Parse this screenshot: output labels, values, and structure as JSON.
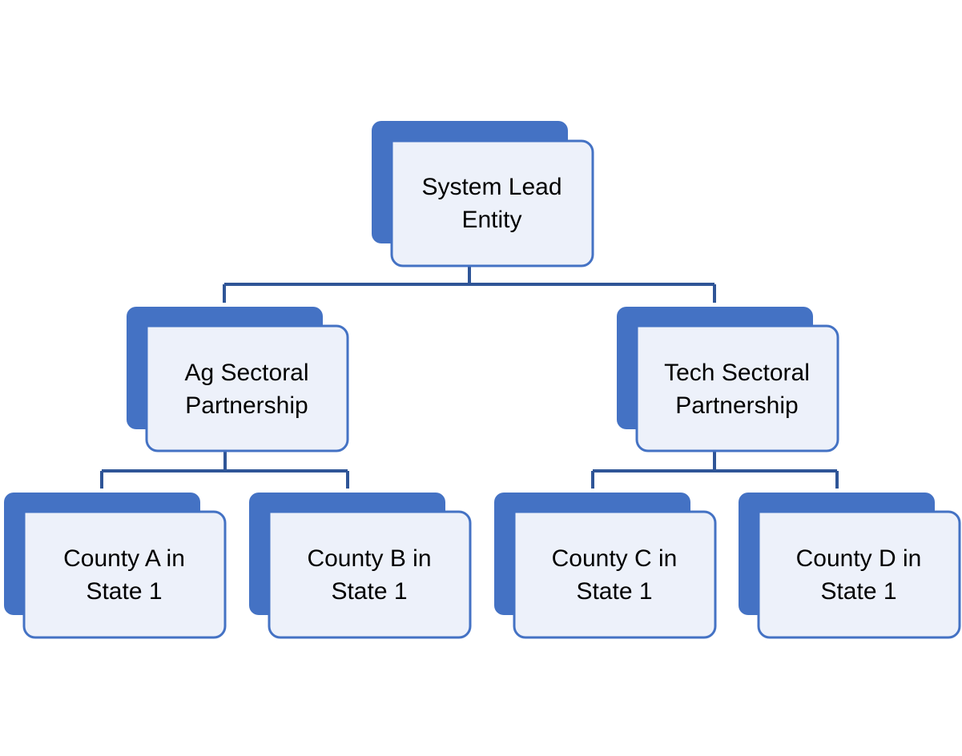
{
  "colors": {
    "accent": "#4472C4",
    "connector": "#2F5597",
    "card_fill": "#EDF1FA",
    "card_border": "#4472C4",
    "text": "#000000",
    "background": "#FFFFFF"
  },
  "nodes": {
    "root": {
      "line1": "System Lead",
      "line2": "Entity"
    },
    "ag": {
      "line1": "Ag Sectoral",
      "line2": "Partnership"
    },
    "tech": {
      "line1": "Tech Sectoral",
      "line2": "Partnership"
    },
    "county_a": {
      "line1": "County A in",
      "line2": "State 1"
    },
    "county_b": {
      "line1": "County B in",
      "line2": "State 1"
    },
    "county_c": {
      "line1": "County C in",
      "line2": "State 1"
    },
    "county_d": {
      "line1": "County D in",
      "line2": "State 1"
    }
  }
}
